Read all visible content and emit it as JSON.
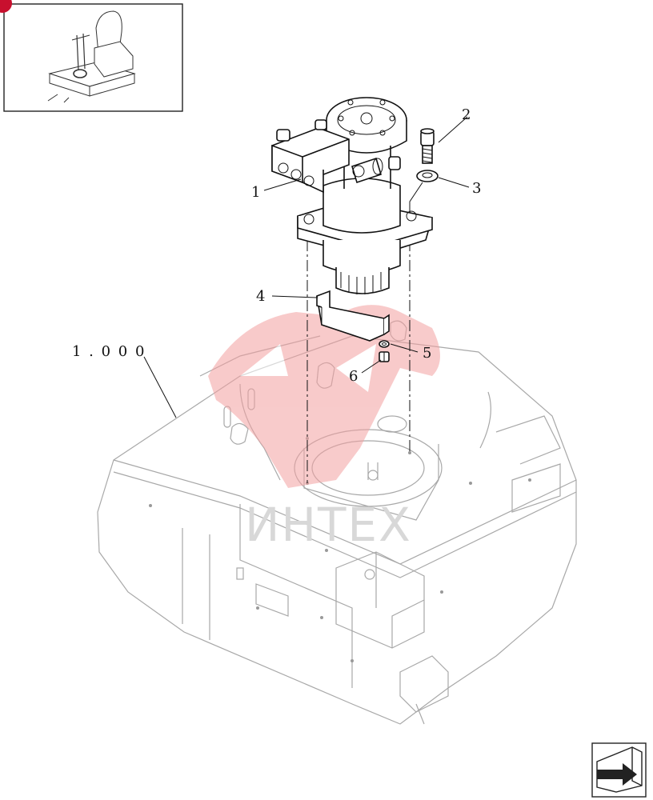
{
  "callouts": [
    {
      "id": "1",
      "label": "1"
    },
    {
      "id": "2",
      "label": "2"
    },
    {
      "id": "3",
      "label": "3"
    },
    {
      "id": "4",
      "label": "4"
    },
    {
      "id": "5",
      "label": "5"
    },
    {
      "id": "6",
      "label": "6"
    }
  ],
  "reference": {
    "label": "1 . 0 0 0"
  },
  "watermark": {
    "text": "ИНТЕХ",
    "color": "#f08080"
  },
  "badge_color": "#c8102e",
  "nav_button": {
    "icon": "next-page-arrow-icon"
  }
}
